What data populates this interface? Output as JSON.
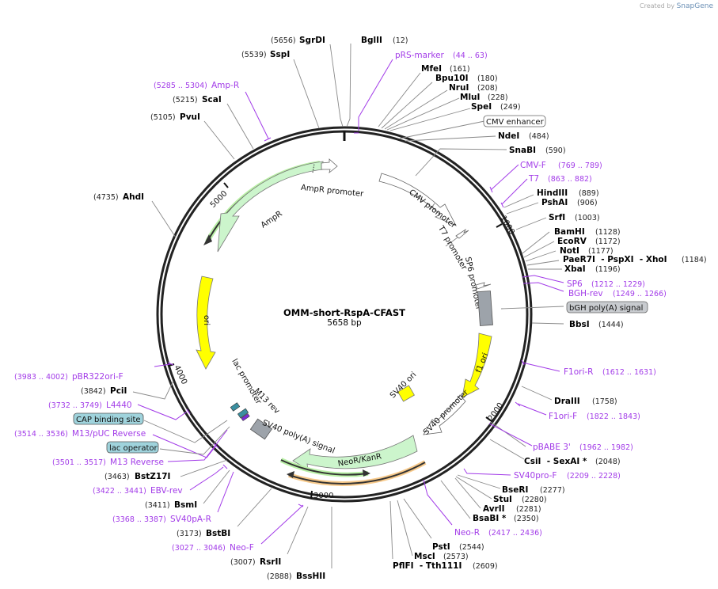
{
  "credit": {
    "prefix": "Created by",
    "brand": "SnapGene"
  },
  "plasmid": {
    "name": "OMM-short-RspA-CFAST",
    "length_label": "5658 bp",
    "length": 5658
  },
  "ticks": [
    "1000",
    "2000",
    "3000",
    "4000",
    "5000"
  ],
  "features": {
    "ampr_promoter": "AmpR promoter",
    "ampr": "AmpR",
    "ori": "ori",
    "cmv_promoter": "CMV promoter",
    "t7_promoter": "T7 promoter",
    "sp6_promoter": "SP6 promoter",
    "f1_ori": "f1 ori",
    "sv40_ori": "SV40 ori",
    "sv40_promoter": "SV40 promoter",
    "neor": "NeoR/KanR",
    "sv40_polya": "SV40 poly(A) signal",
    "lac_promoter": "lac promoter",
    "m13_rev": "M13 rev"
  },
  "boxed_labels": {
    "cmv_enhancer": "CMV enhancer",
    "bgh_polya": "bGH poly(A) signal",
    "cap_site": "CAP binding site",
    "lac_operator": "lac operator"
  },
  "right_labels": [
    {
      "name": "BglII",
      "pos": "(12)",
      "type": "enzyme"
    },
    {
      "name": "pRS-marker",
      "pos": "(44 .. 63)",
      "type": "primer"
    },
    {
      "name": "MfeI",
      "pos": "(161)",
      "type": "enzyme"
    },
    {
      "name": "Bpu10I",
      "pos": "(180)",
      "type": "enzyme"
    },
    {
      "name": "NruI",
      "pos": "(208)",
      "type": "enzyme"
    },
    {
      "name": "MluI",
      "pos": "(228)",
      "type": "enzyme"
    },
    {
      "name": "SpeI",
      "pos": "(249)",
      "type": "enzyme"
    },
    {
      "name": "NdeI",
      "pos": "(484)",
      "type": "enzyme"
    },
    {
      "name": "SnaBI",
      "pos": "(590)",
      "type": "enzyme"
    },
    {
      "name": "CMV-F",
      "pos": "(769 .. 789)",
      "type": "primer"
    },
    {
      "name": "T7",
      "pos": "(863 .. 882)",
      "type": "primer"
    },
    {
      "name": "HindIII",
      "pos": "(889)",
      "type": "enzyme"
    },
    {
      "name": "PshAI",
      "pos": "(906)",
      "type": "enzyme"
    },
    {
      "name": "SrfI",
      "pos": "(1003)",
      "type": "enzyme"
    },
    {
      "name": "BamHI",
      "pos": "(1128)",
      "type": "enzyme"
    },
    {
      "name": "EcoRV",
      "pos": "(1172)",
      "type": "enzyme"
    },
    {
      "name": "NotI",
      "pos": "(1177)",
      "type": "enzyme"
    },
    {
      "name": "PaeR7I  - PspXI  - XhoI",
      "pos": "(1184)",
      "type": "enzyme"
    },
    {
      "name": "XbaI",
      "pos": "(1196)",
      "type": "enzyme"
    },
    {
      "name": "SP6",
      "pos": "(1212 .. 1229)",
      "type": "primer"
    },
    {
      "name": "BGH-rev",
      "pos": "(1249 .. 1266)",
      "type": "primer"
    },
    {
      "name": "BbsI",
      "pos": "(1444)",
      "type": "enzyme"
    },
    {
      "name": "F1ori-R",
      "pos": "(1612 .. 1631)",
      "type": "primer"
    },
    {
      "name": "DraIII",
      "pos": "(1758)",
      "type": "enzyme"
    },
    {
      "name": "F1ori-F",
      "pos": "(1822 .. 1843)",
      "type": "primer"
    },
    {
      "name": "pBABE 3'",
      "pos": "(1962 .. 1982)",
      "type": "primer"
    },
    {
      "name": "CsiI  - SexAI *",
      "pos": "(2048)",
      "type": "enzyme"
    },
    {
      "name": "SV40pro-F",
      "pos": "(2209 .. 2228)",
      "type": "primer"
    },
    {
      "name": "BseRI",
      "pos": "(2277)",
      "type": "enzyme"
    },
    {
      "name": "StuI",
      "pos": "(2280)",
      "type": "enzyme"
    },
    {
      "name": "AvrII",
      "pos": "(2281)",
      "type": "enzyme"
    },
    {
      "name": "BsaBI *",
      "pos": "(2350)",
      "type": "enzyme"
    },
    {
      "name": "Neo-R",
      "pos": "(2417 .. 2436)",
      "type": "primer"
    },
    {
      "name": "PstI",
      "pos": "(2544)",
      "type": "enzyme"
    },
    {
      "name": "MscI",
      "pos": "(2573)",
      "type": "enzyme"
    },
    {
      "name": "PflFI  - Tth111I",
      "pos": "(2609)",
      "type": "enzyme"
    }
  ],
  "left_labels": [
    {
      "name": "SgrDI",
      "pos": "(5656)",
      "type": "enzyme"
    },
    {
      "name": "SspI",
      "pos": "(5539)",
      "type": "enzyme"
    },
    {
      "name": "Amp-R",
      "pos": "(5285 .. 5304)",
      "type": "primer"
    },
    {
      "name": "ScaI",
      "pos": "(5215)",
      "type": "enzyme"
    },
    {
      "name": "PvuI",
      "pos": "(5105)",
      "type": "enzyme"
    },
    {
      "name": "AhdI",
      "pos": "(4735)",
      "type": "enzyme"
    },
    {
      "name": "pBR322ori-F",
      "pos": "(3983 .. 4002)",
      "type": "primer"
    },
    {
      "name": "PciI",
      "pos": "(3842)",
      "type": "enzyme"
    },
    {
      "name": "L4440",
      "pos": "(3732 .. 3749)",
      "type": "primer"
    },
    {
      "name": "M13/pUC Reverse",
      "pos": "(3514 .. 3536)",
      "type": "primer"
    },
    {
      "name": "M13 Reverse",
      "pos": "(3501 .. 3517)",
      "type": "primer"
    },
    {
      "name": "BstZ17I",
      "pos": "(3463)",
      "type": "enzyme"
    },
    {
      "name": "EBV-rev",
      "pos": "(3422 .. 3441)",
      "type": "primer"
    },
    {
      "name": "BsmI",
      "pos": "(3411)",
      "type": "enzyme"
    },
    {
      "name": "SV40pA-R",
      "pos": "(3368 .. 3387)",
      "type": "primer"
    },
    {
      "name": "BstBI",
      "pos": "(3173)",
      "type": "enzyme"
    },
    {
      "name": "Neo-F",
      "pos": "(3027 .. 3046)",
      "type": "primer"
    },
    {
      "name": "RsrII",
      "pos": "(3007)",
      "type": "enzyme"
    },
    {
      "name": "BssHII",
      "pos": "(2888)",
      "type": "enzyme"
    }
  ],
  "colors": {
    "primer": "#a23be8",
    "ampr": "#ccf5cc",
    "ori": "#ffff00",
    "neor_orf": "#aee6a0",
    "orange_orf": "#f7c98a",
    "polya": "#9da3aa",
    "cap": "#9fd3dc",
    "backbone": "#222222"
  }
}
